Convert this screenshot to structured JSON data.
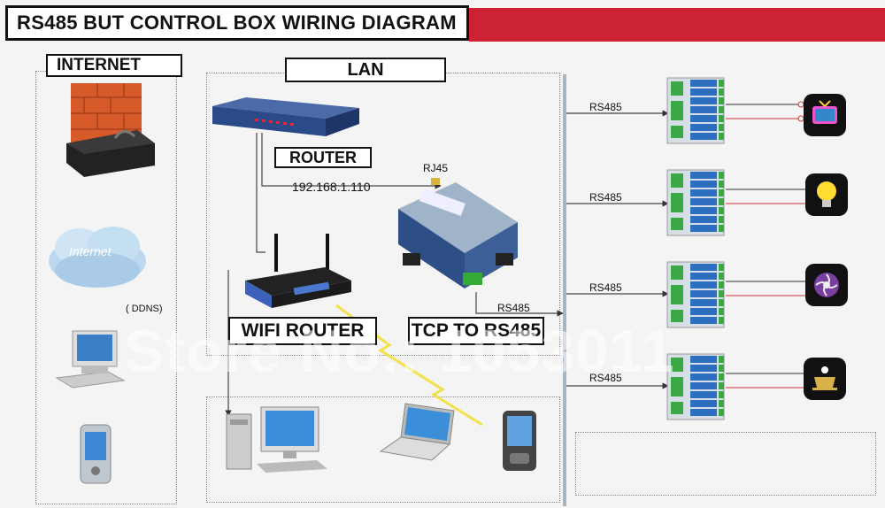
{
  "title": "RS485 BUT CONTROL BOX WIRING DIAGRAM",
  "sections": {
    "internet": "INTERNET",
    "lan": "LAN"
  },
  "devices": {
    "router_label": "ROUTER",
    "ip_address": "192.168.1.110",
    "rj45_label": "RJ45",
    "wifi_router_label": "WIFI ROUTER",
    "converter_label": "TCP TO RS485",
    "cloud_text": "Internet",
    "ddns_label": "( DDNS)"
  },
  "bus_labels": [
    "RS485",
    "RS485",
    "RS485",
    "RS485",
    "RS485"
  ],
  "watermark": "Store No.: 1053011",
  "colors": {
    "accent_red": "#cc2233",
    "router_blue": "#2a4a8a",
    "relay_blue": "#2f6fc0",
    "relay_green": "#3aa845"
  },
  "icons": [
    "tv-icon",
    "bulb-icon",
    "fan-icon",
    "coffee-icon"
  ]
}
